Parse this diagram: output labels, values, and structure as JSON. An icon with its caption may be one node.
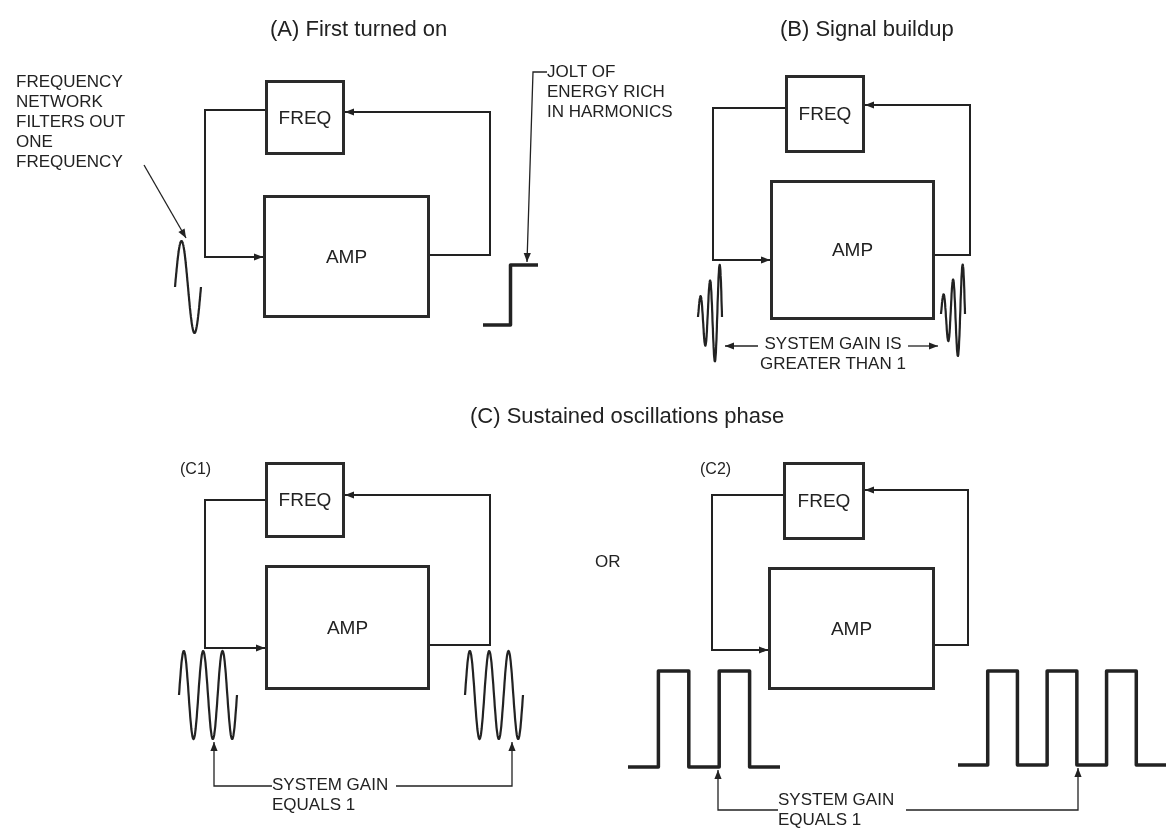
{
  "diagram": {
    "nodes": [
      {
        "text": [
          "FREQ"
        ]
      },
      {
        "text": [
          "AMP"
        ]
      },
      {
        "text": [
          "FREQUENCY NETWORK FILTERS OUT ONE FREQUENCY"
        ]
      },
      {
        "text": [],
        "shape": "picture"
      },
      {
        "text": [
          "JOLT OF ENERGY RICH IN HARMONICS"
        ]
      },
      {
        "text": [],
        "shape": "picture"
      },
      {
        "text": [
          "FREQ"
        ]
      },
      {
        "text": [
          "AMP"
        ]
      },
      {
        "text": [],
        "shape": "picture"
      },
      {
        "text": [
          "SYSTEM GAIN IS GREATER THAN 1"
        ]
      },
      {
        "text": [],
        "shape": "picture"
      },
      {
        "text": [
          "FREQ"
        ]
      },
      {
        "text": [
          "AMP"
        ]
      },
      {
        "text": [],
        "shape": "picture"
      },
      {
        "text": [],
        "shape": "picture"
      },
      {
        "text": [
          "SYSTEM GAIN EQUALS 1"
        ]
      },
      {
        "text": [
          "FREQ"
        ]
      },
      {
        "text": [
          "AMP"
        ]
      },
      {
        "text": [],
        "shape": "picture"
      },
      {
        "text": [],
        "shape": "picture"
      },
      {
        "text": [
          "SYSTEM GAIN EQUALS 1"
        ]
      }
    ],
    "edges": [
      {
        "from": 0,
        "to": 1,
        "arrow": "to"
      },
      {
        "from": 1,
        "to": 0,
        "arrow": "to"
      },
      {
        "from": 2,
        "to": 3,
        "arrow": "to"
      },
      {
        "from": 4,
        "to": 5,
        "arrow": "to"
      },
      {
        "from": 6,
        "to": 7,
        "arrow": "to"
      },
      {
        "from": 7,
        "to": 6,
        "arrow": "to"
      },
      {
        "from": 9,
        "to": 8,
        "arrow": "to"
      },
      {
        "from": 9,
        "to": 10,
        "arrow": "to"
      },
      {
        "from": 11,
        "to": 12,
        "arrow": "to"
      },
      {
        "from": 12,
        "to": 11,
        "arrow": "to"
      },
      {
        "from": 15,
        "to": 13,
        "arrow": "to"
      },
      {
        "from": 15,
        "to": 14,
        "arrow": "to"
      },
      {
        "from": 16,
        "to": 17,
        "arrow": "to"
      },
      {
        "from": 17,
        "to": 16,
        "arrow": "to"
      },
      {
        "from": 20,
        "to": 18,
        "arrow": "to"
      },
      {
        "from": 20,
        "to": 19,
        "arrow": "to"
      }
    ],
    "labels": [
      "(A) First turned on",
      "(B) Signal buildup",
      "(C) Sustained oscillations phase",
      "(C1)",
      "(C2)",
      "OR"
    ]
  }
}
